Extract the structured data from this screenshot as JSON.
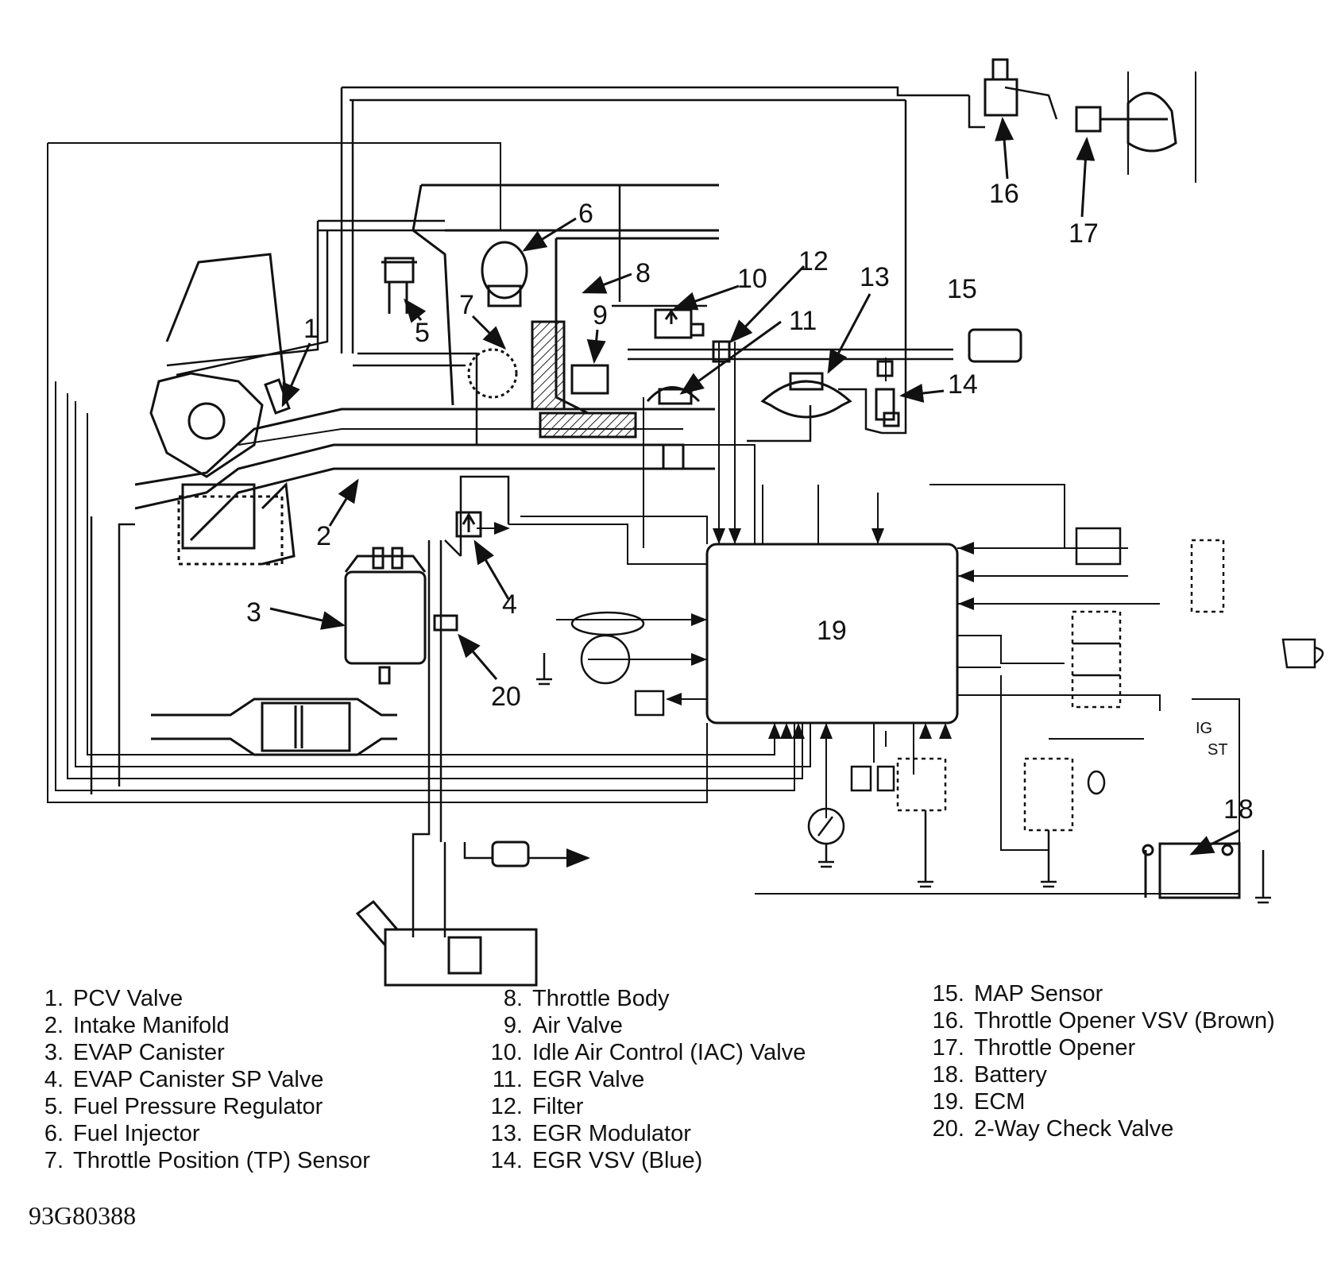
{
  "diagram": {
    "callouts": [
      "1",
      "2",
      "3",
      "4",
      "5",
      "6",
      "7",
      "8",
      "9",
      "10",
      "11",
      "12",
      "13",
      "14",
      "15",
      "16",
      "17",
      "18",
      "19",
      "20"
    ],
    "ecm_label": "19",
    "ignition_labels": {
      "ig": "IG",
      "st": "ST"
    }
  },
  "legend": {
    "column1": [
      {
        "num": "1.",
        "text": "PCV Valve"
      },
      {
        "num": "2.",
        "text": "Intake Manifold"
      },
      {
        "num": "3.",
        "text": "EVAP Canister"
      },
      {
        "num": "4.",
        "text": "EVAP Canister SP Valve"
      },
      {
        "num": "5.",
        "text": "Fuel Pressure Regulator"
      },
      {
        "num": "6.",
        "text": "Fuel Injector"
      },
      {
        "num": "7.",
        "text": "Throttle Position (TP) Sensor"
      }
    ],
    "column2": [
      {
        "num": "8.",
        "text": "Throttle Body"
      },
      {
        "num": "9.",
        "text": "Air Valve"
      },
      {
        "num": "10.",
        "text": "Idle Air Control (IAC) Valve"
      },
      {
        "num": "11.",
        "text": "EGR Valve"
      },
      {
        "num": "12.",
        "text": "Filter"
      },
      {
        "num": "13.",
        "text": "EGR Modulator"
      },
      {
        "num": "14.",
        "text": "EGR VSV (Blue)"
      }
    ],
    "column3": [
      {
        "num": "15.",
        "text": "MAP Sensor"
      },
      {
        "num": "16.",
        "text": "Throttle Opener VSV (Brown)"
      },
      {
        "num": "17.",
        "text": "Throttle Opener"
      },
      {
        "num": "18.",
        "text": "Battery"
      },
      {
        "num": "19.",
        "text": "ECM"
      },
      {
        "num": "20.",
        "text": "2-Way Check Valve"
      }
    ]
  },
  "figure_id": "93G80388"
}
